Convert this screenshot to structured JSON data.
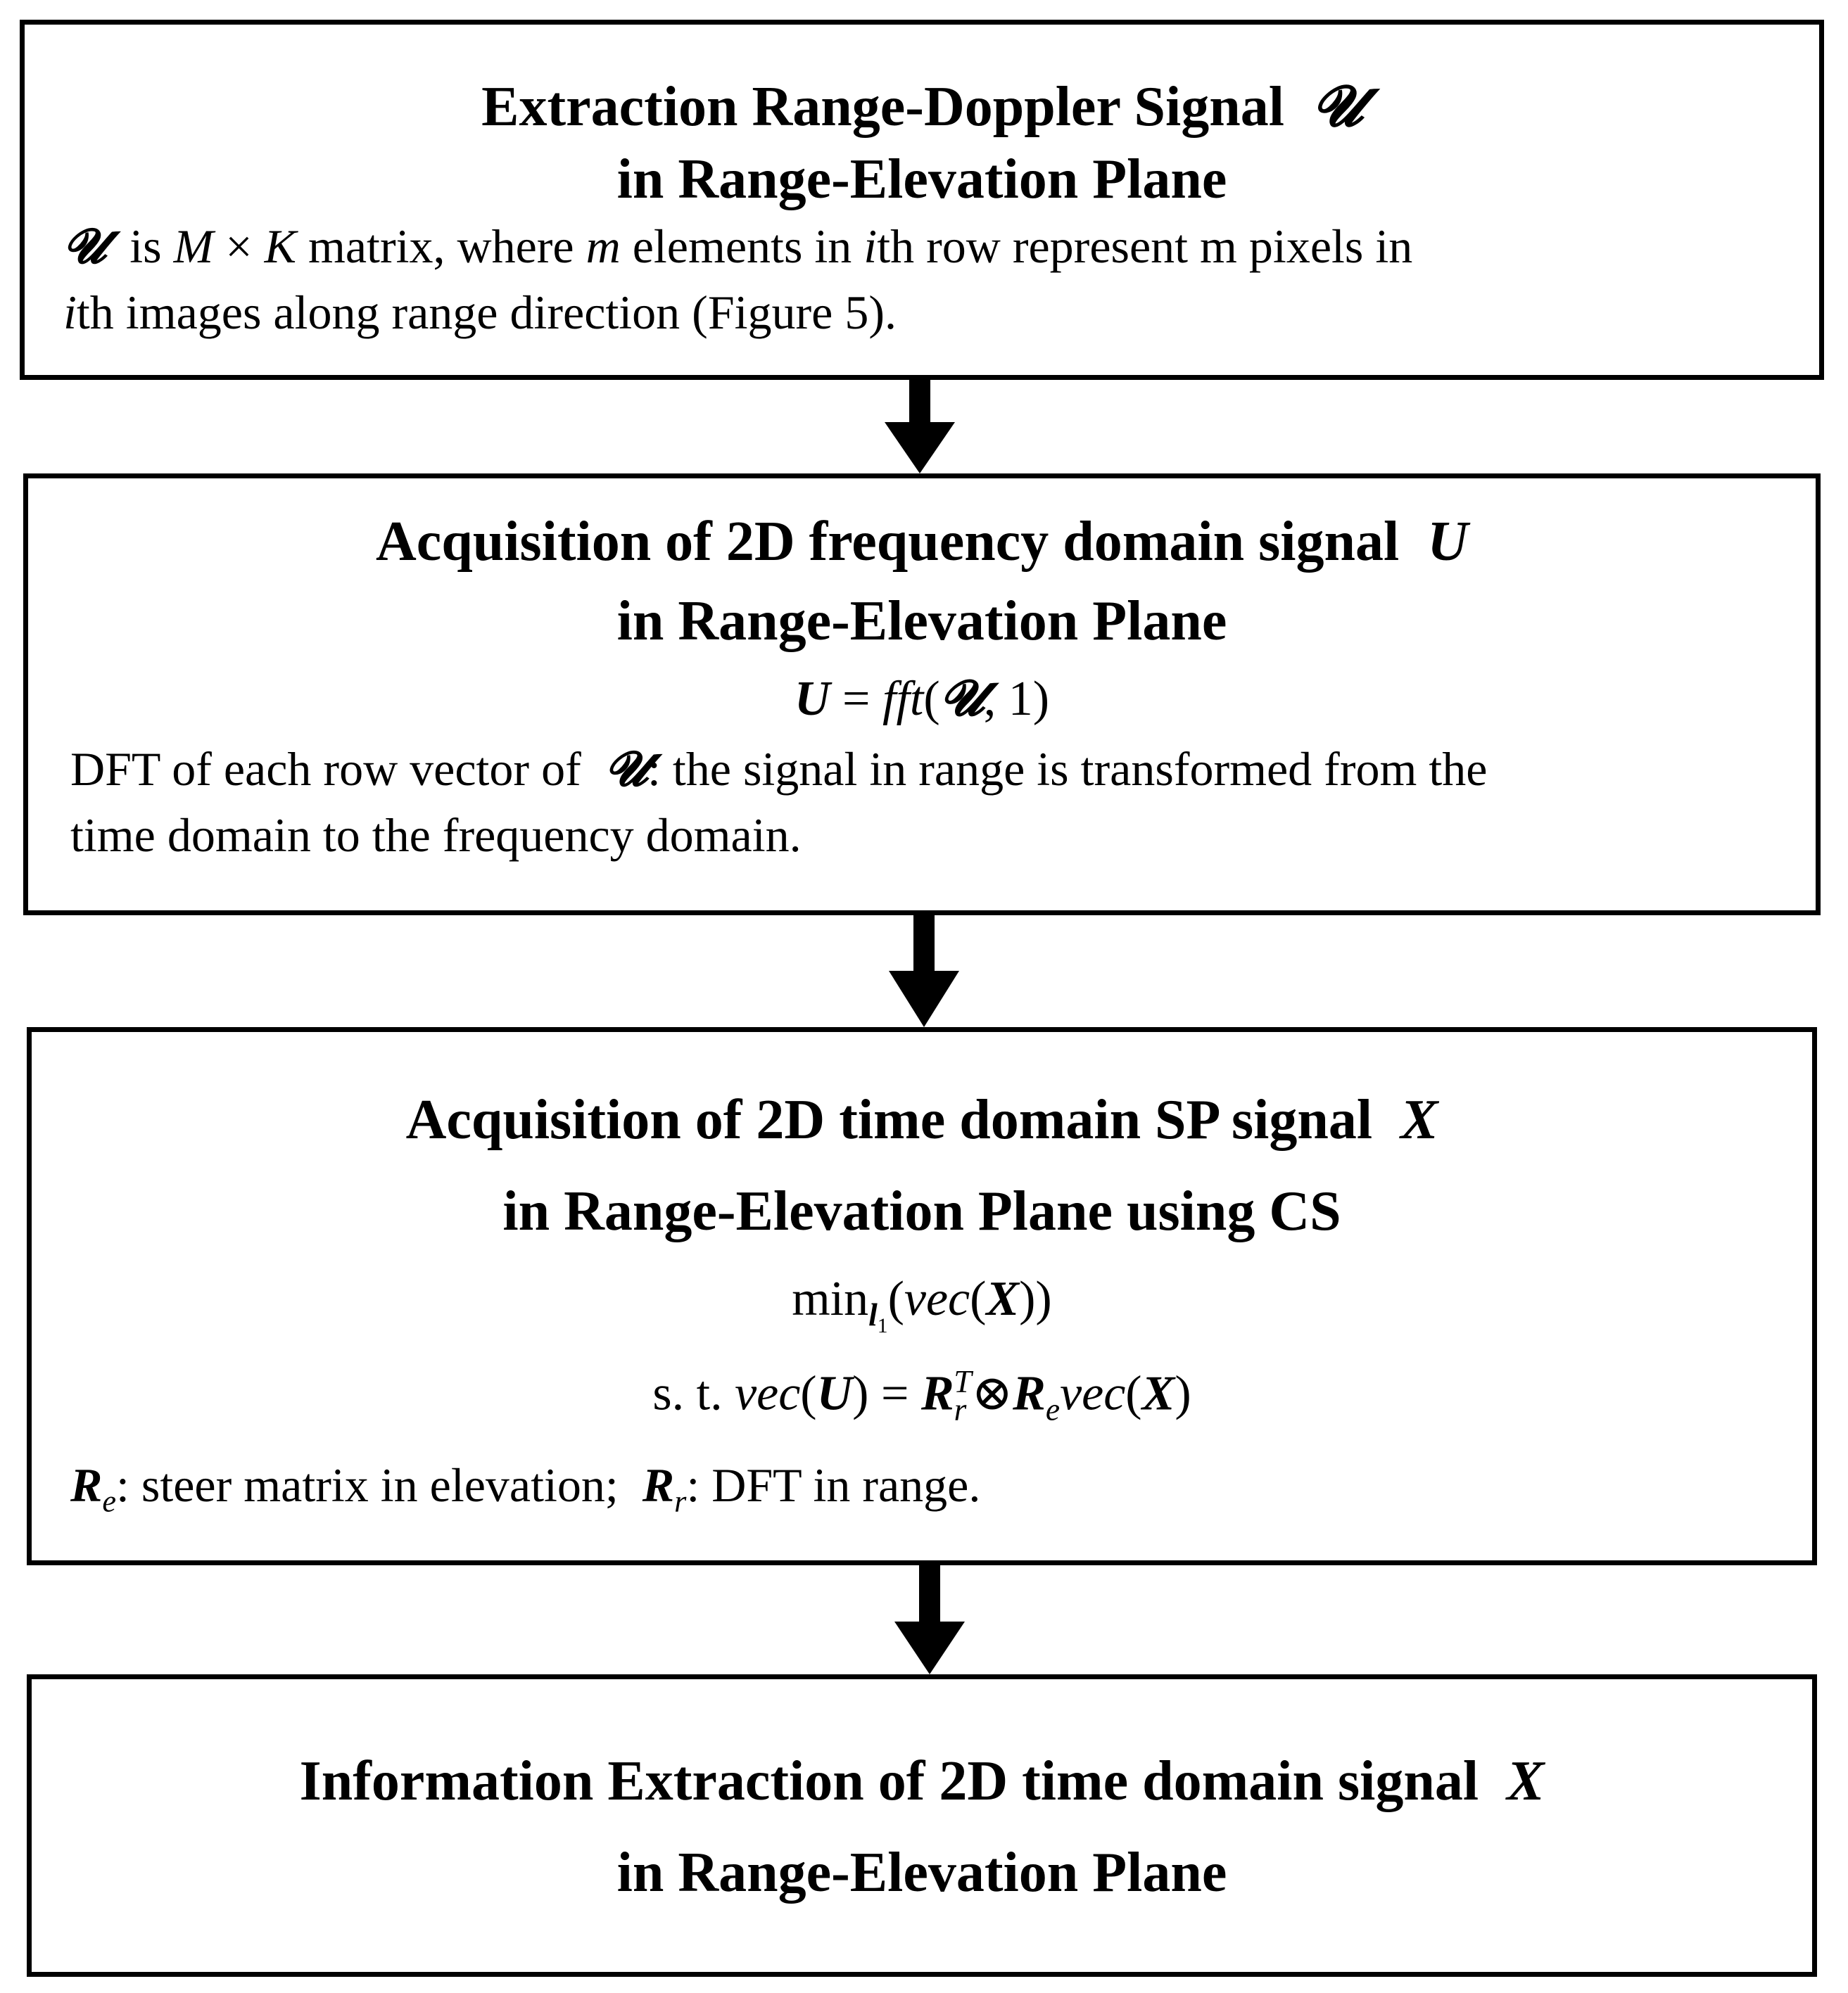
{
  "boxes": [
    {
      "title_line1": "Extraction Range-Doppler Signal",
      "title_symbol": "𝓤",
      "title_line2": "in Range-Elevation Plane",
      "desc_symbol": "𝓤",
      "desc_is": "is",
      "desc_M": "M",
      "desc_times": "×",
      "desc_K": "K",
      "desc_mid": "matrix, where",
      "desc_m": "m",
      "desc_mid2": "elements in",
      "desc_i": "i",
      "desc_end1": "th row represent m pixels in",
      "desc_i2": "i",
      "desc_end2": "th images along range direction (Figure 5)."
    },
    {
      "title_line1": "Acquisition of 2D frequency domain signal",
      "title_symbol": "U",
      "title_line2": "in Range-Elevation Plane",
      "formula_lhs": "U",
      "formula_eq": "=",
      "formula_fn": "fft",
      "formula_arg_symbol": "𝓤",
      "formula_arg_rest": ", 1)",
      "desc_pre": "DFT of each row vector of",
      "desc_symbol": "𝓤",
      "desc_post": ": the signal in range is transformed from the",
      "desc_line2": "time domain to the frequency domain."
    },
    {
      "title_line1": "Acquisition of 2D time domain SP signal",
      "title_symbol": "X",
      "title_line2": "in Range-Elevation Plane using CS",
      "formula1_min": "min",
      "formula1_sub": "l",
      "formula1_subsub": "1",
      "formula1_vec": "vec",
      "formula1_X": "X",
      "formula2_st": "s. t.",
      "formula2_vec": "vec",
      "formula2_U": "U",
      "formula2_eq": "=",
      "formula2_R": "R",
      "formula2_r": "r",
      "formula2_T": "T",
      "formula2_otimes": "⊗",
      "formula2_R2": "R",
      "formula2_e": "e",
      "formula2_vec2": "vec",
      "formula2_X": "X",
      "desc_R": "R",
      "desc_e": "e",
      "desc_text1": ": steer matrix in elevation;",
      "desc_R2": "R",
      "desc_r": "r",
      "desc_text2": ": DFT in range."
    },
    {
      "title_line1": "Information Extraction of 2D time domain signal",
      "title_symbol": "X",
      "title_line2": "in Range-Elevation Plane"
    }
  ]
}
